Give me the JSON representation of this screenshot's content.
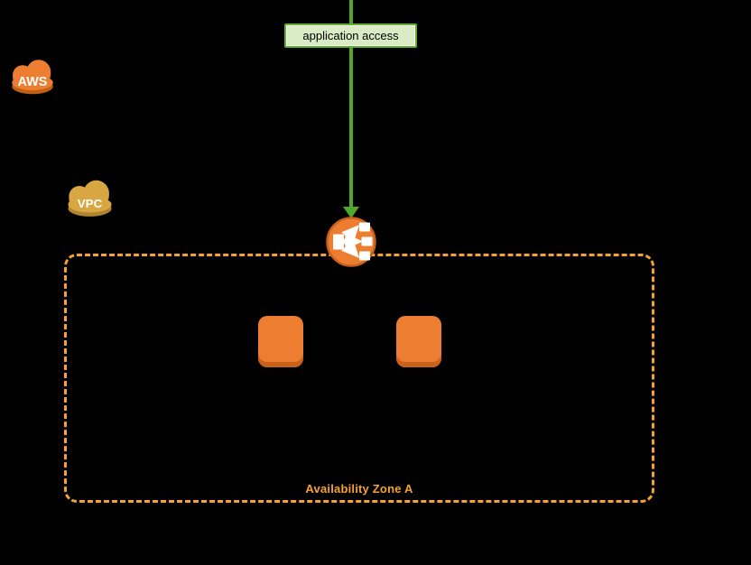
{
  "diagram": {
    "background_color": "#000000",
    "access_label": {
      "text": "application access",
      "fill": "#D9ECC6",
      "border_color": "#62AE31"
    },
    "flow_arrow": {
      "color": "#4FA82C",
      "direction": "down"
    },
    "aws_cloud": {
      "label": "AWS",
      "color": "#ED7D31",
      "shadow_color": "#BF5F13"
    },
    "vpc_cloud": {
      "label": "VPC",
      "color": "#D9A741",
      "shadow_color": "#B0852F"
    },
    "load_balancer": {
      "icon": "elastic-load-balancer-icon",
      "color": "#ED7D31",
      "border_color": "#C9611A",
      "glyph_color": "#FFFFFF"
    },
    "instances": {
      "count": 2,
      "color": "#ED7D31",
      "shadow_color": "#C9611A"
    },
    "availability_zone": {
      "label": "Availability Zone A",
      "border_color": "#F5A233",
      "text_color": "#F5A233",
      "border_style": "dashed"
    }
  }
}
